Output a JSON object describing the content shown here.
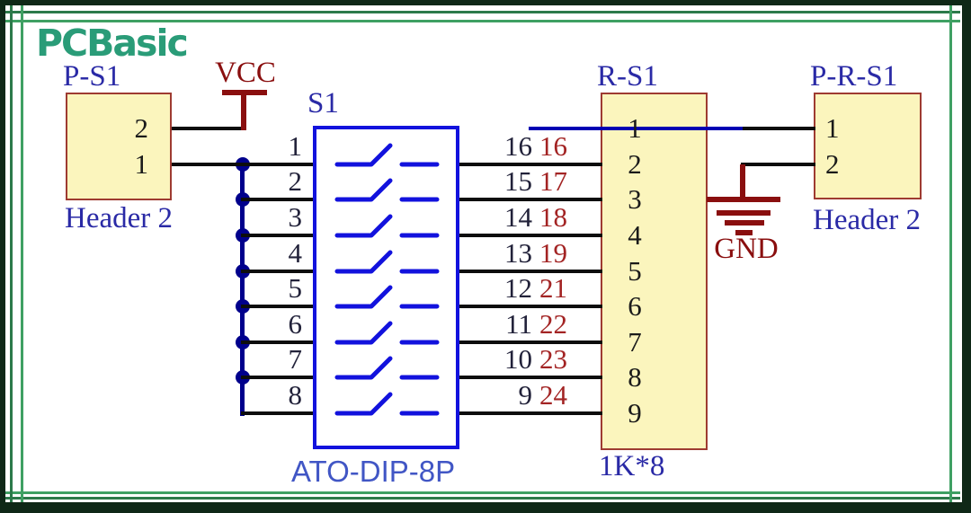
{
  "logo": {
    "text": "PCBasic"
  },
  "power": {
    "vcc": "VCC",
    "gnd": "GND"
  },
  "components": {
    "p_s1": {
      "designator": "P-S1",
      "type": "Header 2",
      "pins": [
        "2",
        "1"
      ]
    },
    "s1": {
      "designator": "S1",
      "type": "ATO-DIP-8P"
    },
    "r_s1": {
      "designator": "R-S1",
      "type": "1K*8",
      "pins": [
        "1",
        "2",
        "3",
        "4",
        "5",
        "6",
        "7",
        "8",
        "9"
      ]
    },
    "p_r_s1": {
      "designator": "P-R-S1",
      "type": "Header 2",
      "pins": [
        "1",
        "2"
      ]
    }
  },
  "dip_rows": [
    {
      "left_pin": "1",
      "right_pin": "16",
      "net_label": "16"
    },
    {
      "left_pin": "2",
      "right_pin": "15",
      "net_label": "17"
    },
    {
      "left_pin": "3",
      "right_pin": "14",
      "net_label": "18"
    },
    {
      "left_pin": "4",
      "right_pin": "13",
      "net_label": "19"
    },
    {
      "left_pin": "5",
      "right_pin": "12",
      "net_label": "21"
    },
    {
      "left_pin": "6",
      "right_pin": "11",
      "net_label": "22"
    },
    {
      "left_pin": "7",
      "right_pin": "10",
      "net_label": "23"
    },
    {
      "left_pin": "8",
      "right_pin": "9",
      "net_label": "24"
    }
  ],
  "colors": {
    "wire": "#0d0d0d",
    "bus": "#00008c",
    "net_blue": "#0000b4",
    "switch_blue": "#1212dd",
    "label_blue": "#2a2aa6",
    "net_red": "#a32424",
    "power_red": "#8a0f0f",
    "digit": "#22223a",
    "box_fill": "#fbf5bd",
    "box_border": "#9e3b31",
    "ato_blue": "#4156c5",
    "brand_green": "#2a9c78",
    "frame_dark": "#0f2817",
    "green_dark": "#2c7a4a",
    "green_bright": "#3fa063"
  }
}
